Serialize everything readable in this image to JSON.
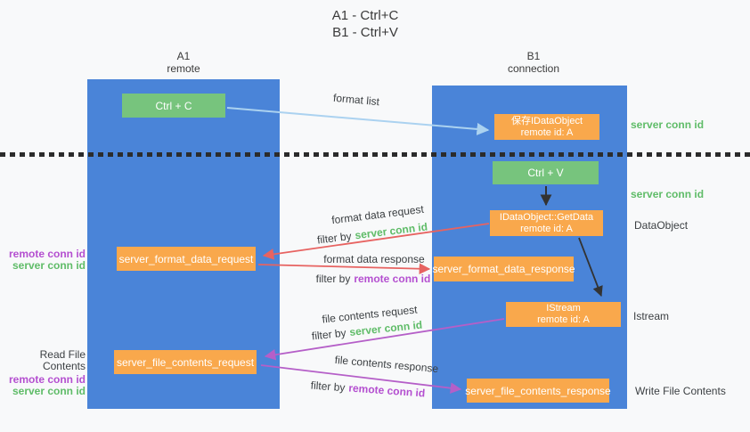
{
  "title": {
    "line1": "A1 - Ctrl+C",
    "line2": "B1 - Ctrl+V"
  },
  "lanes": {
    "left": {
      "name": "A1",
      "role": "remote"
    },
    "right": {
      "name": "B1",
      "role": "connection"
    }
  },
  "nodes": {
    "ctrl_c": "Ctrl + C",
    "ctrl_v": "Ctrl + V",
    "save_dataobject": {
      "line1": "保存IDataObject",
      "line2": "remote id: A"
    },
    "getdata": {
      "line1": "IDataObject::GetData",
      "line2": "remote id: A"
    },
    "istream": {
      "line1": "IStream",
      "line2": "remote id: A"
    },
    "format_request": "server_format_data_request",
    "format_response": "server_format_data_response",
    "file_request": "server_file_contents_request",
    "file_response": "server_file_contents_response"
  },
  "edge_labels": {
    "format_list": "format list",
    "format_data_request": "format data request",
    "format_data_response": "format data response",
    "file_contents_request": "file contents request",
    "file_contents_response": "file contents response",
    "filter_by": "filter by",
    "server_conn_id": "server conn id",
    "remote_conn_id": "remote conn id"
  },
  "side_labels": {
    "server_conn_id": "server conn id",
    "remote_conn_id": "remote conn id",
    "dataobject": "DataObject",
    "istream": "Istream",
    "read_file_contents": "Read File Contents",
    "write_file_contents": "Write File Contents"
  },
  "colors": {
    "lane_blue": "#4a84d8",
    "box_green": "#77c47d",
    "box_orange": "#f9a84c",
    "arrow_light_blue": "#abd2f0",
    "arrow_red": "#e76361",
    "arrow_purple": "#b55fc8",
    "arrow_black": "#333333",
    "text_green": "#5fbc68",
    "text_purple": "#b44fd0",
    "text_dark": "#3c4043",
    "background": "#f8f9fa"
  }
}
